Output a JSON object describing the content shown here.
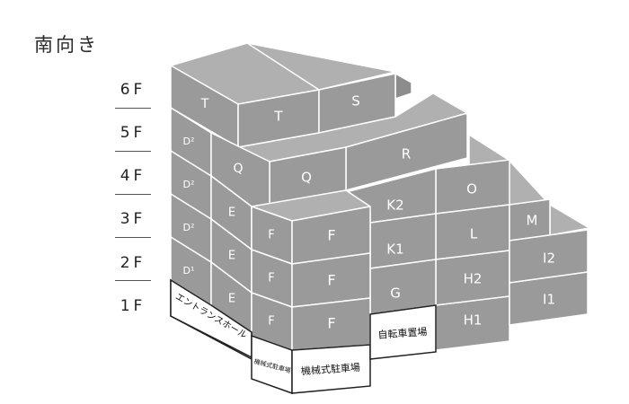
{
  "orientation_label": "南向き",
  "floors": [
    "6F",
    "5F",
    "4F",
    "3F",
    "2F",
    "1F"
  ],
  "units": {
    "T": "T",
    "S": "S",
    "R": "R",
    "Q": "Q",
    "O": "O",
    "M": "M",
    "K2": "K2",
    "K1": "K1",
    "L": "L",
    "H2": "H2",
    "H1": "H1",
    "I2": "I2",
    "I1": "I1",
    "G": "G",
    "F": "F",
    "E": "E",
    "D2": "D²",
    "D1": "D¹"
  },
  "rooms": {
    "entrance_hall": "エントランスホール",
    "mechanical_parking_small": "機械式駐車場",
    "mechanical_parking": "機械式駐車場",
    "bicycle_parking": "自転車置場"
  },
  "colors": {
    "block_face": "#9a9a9a",
    "block_top": "#b0b0b0",
    "block_side": "#8c8c8c",
    "outline": "#ffffff",
    "room_fill": "#ffffff",
    "room_stroke": "#222222"
  }
}
